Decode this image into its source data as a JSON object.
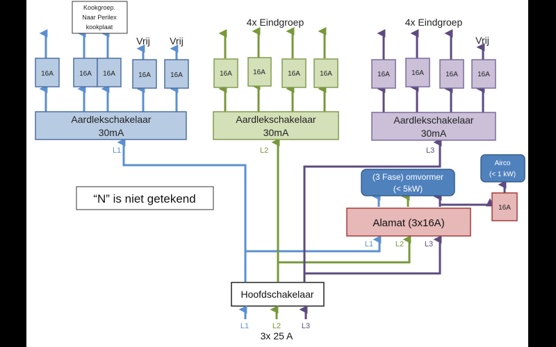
{
  "colors": {
    "blue_line": "#5b8fd0",
    "blue_fill": "#b7cbe3",
    "blue_stroke": "#4f6f9f",
    "green_line": "#78983a",
    "green_fill": "#d3e0b8",
    "green_stroke": "#819a4f",
    "purple_line": "#5c4a80",
    "purple_fill": "#cbc0d8",
    "purple_stroke": "#7a6a9a",
    "red_fill": "#e6b8b7",
    "red_stroke": "#a23b3a",
    "device_fill": "#4f81bd",
    "device_stroke": "#385d8a"
  },
  "groups": [
    {
      "phase": "L1",
      "rcd_label_1": "Aardlekschakelaar",
      "rcd_label_2": "30mA",
      "breakers": [
        "16A",
        "16A",
        "16A",
        "16A",
        "16A"
      ],
      "notes": {
        "cooking": [
          "Kookgroep.",
          "Naar Perilex",
          "kookplaat"
        ],
        "free_1": "Vrij",
        "free_2": "Vrij"
      }
    },
    {
      "phase": "L2",
      "title": "4x Eindgroep",
      "rcd_label_1": "Aardlekschakelaar",
      "rcd_label_2": "30mA",
      "breakers": [
        "16A",
        "16A",
        "16A",
        "16A"
      ]
    },
    {
      "phase": "L3",
      "title": "4x Eindgroep",
      "free": "Vrij",
      "rcd_label_1": "Aardlekschakelaar",
      "rcd_label_2": "30mA",
      "breakers": [
        "16A",
        "16A",
        "16A",
        "16A"
      ]
    }
  ],
  "note_box": "“N” is niet getekend",
  "inverter": {
    "line1": "(3 Fase) omvormer",
    "line2": "(< 5kW)"
  },
  "airco": {
    "line1": "Airco",
    "line2": "(< 1 kW)"
  },
  "airco_breaker": "16A",
  "alamat": {
    "label": "Alamat (3x16A)",
    "inputs": [
      "L1",
      "L2",
      "L3"
    ]
  },
  "main_switch": {
    "label": "Hoofdschakelaar",
    "inputs": [
      "L1",
      "L2",
      "L3"
    ],
    "rating": "3x 25 A"
  }
}
